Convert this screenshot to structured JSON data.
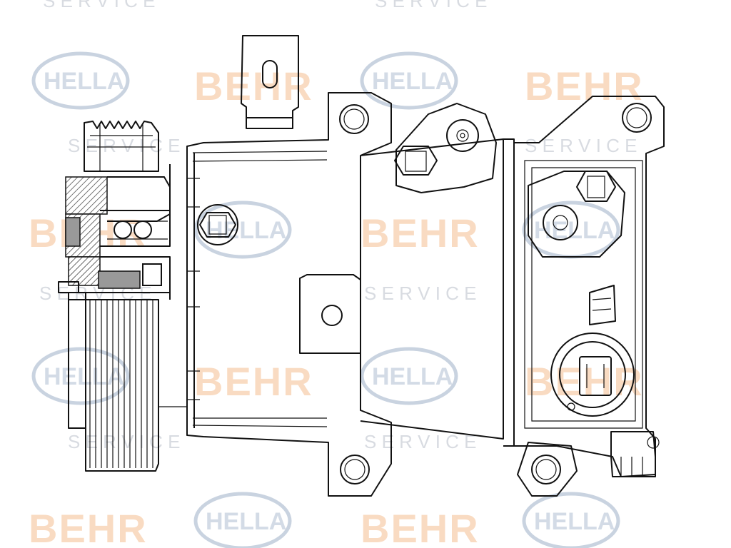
{
  "watermarks": {
    "behr": "BEHR",
    "hella": "HELLA",
    "service": "S E R V I C E",
    "service_letters": [
      "S",
      "E",
      "R",
      "V",
      "I",
      "C",
      "E"
    ]
  },
  "colors": {
    "behr_watermark": "#f7cfae",
    "hella_watermark": "#c9d3e0",
    "line": "#111111",
    "background": "#ffffff"
  }
}
